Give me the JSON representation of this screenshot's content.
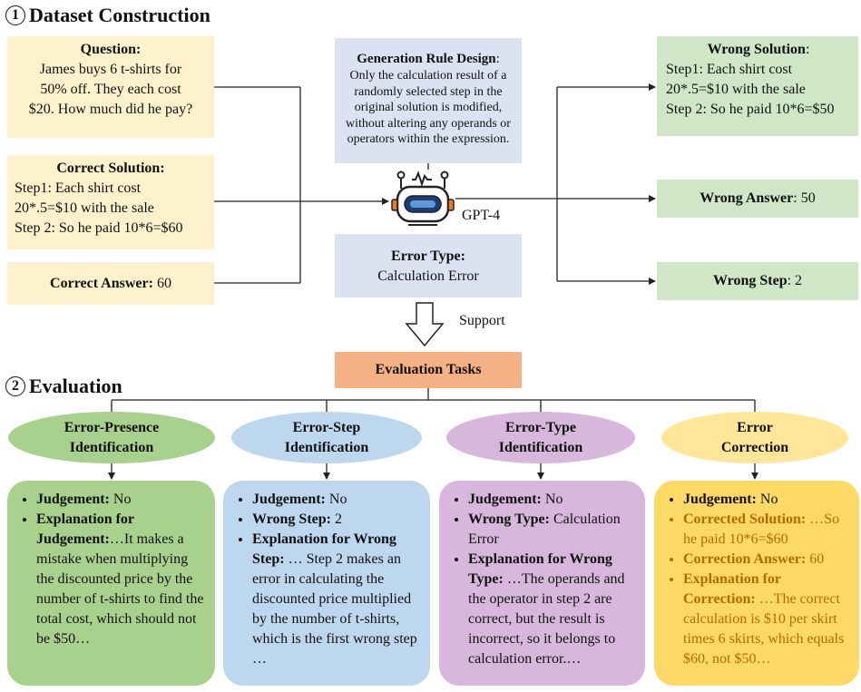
{
  "sections": {
    "construction": {
      "number": "1",
      "title": "Dataset Construction"
    },
    "evaluation": {
      "number": "2",
      "title": "Evaluation"
    }
  },
  "question": {
    "label": "Question:",
    "lines": [
      "James buys 6 t-shirts for",
      "50% off. They each cost",
      "$20. How much did he pay?"
    ]
  },
  "correct_solution": {
    "label": "Correct Solution:",
    "lines": [
      "Step1: Each shirt cost",
      "20*.5=$10 with the sale",
      "Step 2: So he paid 10*6=$60"
    ]
  },
  "correct_answer": {
    "label": "Correct Answer:",
    "value": " 60"
  },
  "generation_rule": {
    "label": "Generation Rule Design",
    "colon": ":",
    "lines": [
      "Only the calculation result of a",
      "randomly selected step in the",
      "original solution is modified,",
      "without altering any operands or",
      "operators within the expression."
    ]
  },
  "gpt_label": "GPT-4",
  "error_type": {
    "label": "Error Type:",
    "value": "Calculation Error"
  },
  "support_label": "Support",
  "wrong_solution": {
    "label": "Wrong Solution",
    "colon": ":",
    "lines": [
      "Step1: Each shirt cost",
      "20*.5=$10 with the sale",
      "Step 2: So he paid 10*6=$50"
    ]
  },
  "wrong_answer": {
    "label": "Wrong Answer",
    "value": ": 50"
  },
  "wrong_step": {
    "label": "Wrong Step",
    "value": ": 2"
  },
  "evaluation_tasks": "Evaluation Tasks",
  "tasks": [
    {
      "title_lines": [
        "Error-Presence",
        "Identification"
      ],
      "color": "#a9d18e"
    },
    {
      "title_lines": [
        "Error-Step",
        "Identification"
      ],
      "color": "#bdd7ee"
    },
    {
      "title_lines": [
        "Error-Type",
        "Identification"
      ],
      "color": "#d7b8dc"
    },
    {
      "title_lines": [
        "Error",
        "Correction"
      ],
      "color": "#ffe699"
    }
  ],
  "cards": [
    {
      "color": "#a9d18e",
      "items": [
        {
          "bold": "Judgement:",
          "text": " No"
        },
        {
          "bold": "Explanation for Judgement:",
          "text": "…It makes a mistake when multiplying the discounted price by the number of t-shirts to find the total cost, which should not be $50…"
        }
      ]
    },
    {
      "color": "#bdd7ee",
      "items": [
        {
          "bold": "Judgement:",
          "text": " No"
        },
        {
          "bold": "Wrong Step:",
          "text": " 2"
        },
        {
          "bold": "Explanation for Wrong Step:",
          "text": " … Step 2 makes an error in calculating the discounted price multiplied by the number of t-shirts, which is the first wrong step …"
        }
      ]
    },
    {
      "color": "#d7b8dc",
      "items": [
        {
          "bold": "Judgement:",
          "text": " No"
        },
        {
          "bold": "Wrong Type:",
          "text": " Calculation Error"
        },
        {
          "bold": "Explanation for Wrong Type:",
          "text": " …The operands and the operator in step 2 are correct, but the result is incorrect, so it belongs to calculation error.…"
        }
      ]
    },
    {
      "color": "#ffd966",
      "text_color": "#b36b00",
      "items": [
        {
          "bold": "Judgement:",
          "text": " No"
        },
        {
          "bold": "Corrected Solution:",
          "text": " …So he paid 10*6=$60"
        },
        {
          "bold": "Correction Answer:",
          "text": " 60"
        },
        {
          "bold": "Explanation for Correction:",
          "text": " …The correct calculation is $10 per skirt times 6 skirts, which equals $60, not $50…"
        }
      ]
    }
  ],
  "colors": {
    "yellow_box": "#fdf2cc",
    "blue_box": "#dbe3f3",
    "green_box": "#cfe6c7",
    "eval_tasks_box": "#f4b183"
  },
  "icons": {
    "robot": "robot-icon",
    "support_arrow": "down-arrow-icon"
  }
}
